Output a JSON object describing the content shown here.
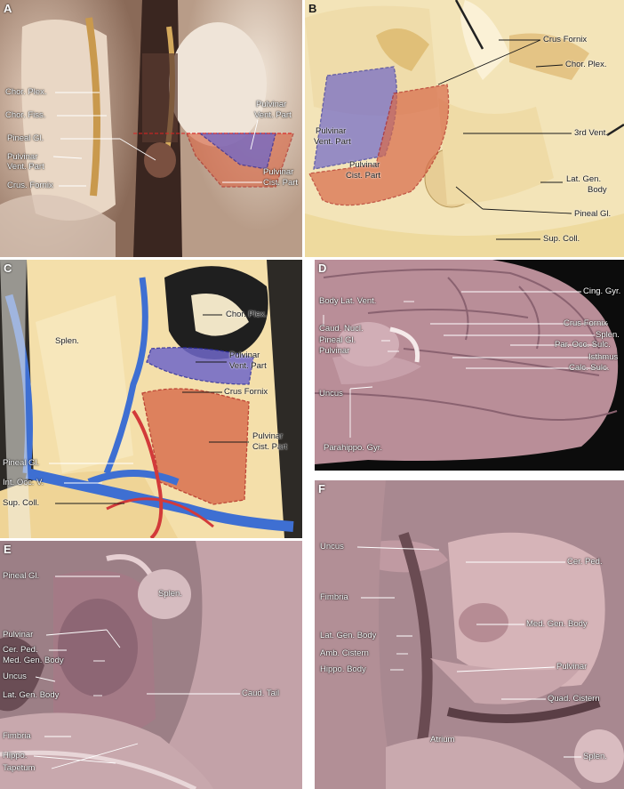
{
  "colors": {
    "ventral": "#6f67c9",
    "cisternal": "#d86a4a",
    "outline_ventral": "#2a2aa0",
    "outline_cisternal": "#b0201a"
  },
  "panels": {
    "A": {
      "letter": "A",
      "labels": [
        "Chor. Plex.",
        "Chor. Fiss.",
        "Pineal Gl.",
        "Pulvinar",
        "Vent. Part",
        "Crus. Fornix",
        "Pulvinar",
        "Vent. Part",
        "Pulvinar",
        "Cist. Part"
      ]
    },
    "B": {
      "letter": "B",
      "labels": [
        "Crus Fornix",
        "Chor. Plex.",
        "Pulvinar",
        "Vent. Part",
        "Pulvinar",
        "Cist. Part",
        "3rd Vent.",
        "Lat. Gen.",
        "Body",
        "Pineal Gl.",
        "Sup. Coll."
      ]
    },
    "C": {
      "letter": "C",
      "labels": [
        "Chor. Plex.",
        "Splen.",
        "Pulvinar",
        "Vent. Part",
        "Crus Fornix",
        "Pulvinar",
        "Cist. Part",
        "Pineal Gl.",
        "Int. Occ. V.",
        "Sup. Coll."
      ]
    },
    "D": {
      "letter": "D",
      "labels": [
        "Body Lat. Vent.",
        "Caud. Nucl.",
        "Pineal Gl.",
        "Pulvinar",
        "Uncus",
        "Parahippo. Gyr.",
        "Cing. Gyr.",
        "Crus Fornix",
        "Splen.",
        "Par. Occ. Sulc.",
        "Isthmus",
        "Calc. Sulc."
      ]
    },
    "E": {
      "letter": "E",
      "labels": [
        "Pineal Gl.",
        "Splen.",
        "Pulvinar",
        "Cer. Ped.",
        "Med. Gen. Body",
        "Uncus",
        "Lat. Gen. Body",
        "Caud. Tail",
        "Fimbria",
        "Hippo.",
        "Tapetum"
      ]
    },
    "F": {
      "letter": "F",
      "labels": [
        "Uncus",
        "Cer. Ped.",
        "Fimbria",
        "Med. Gen. Body",
        "Lat. Gen. Body",
        "Amb. Cistern",
        "Hippo. Body",
        "Pulvinar",
        "Quad. Cistern",
        "Atrium",
        "Splen."
      ]
    }
  }
}
